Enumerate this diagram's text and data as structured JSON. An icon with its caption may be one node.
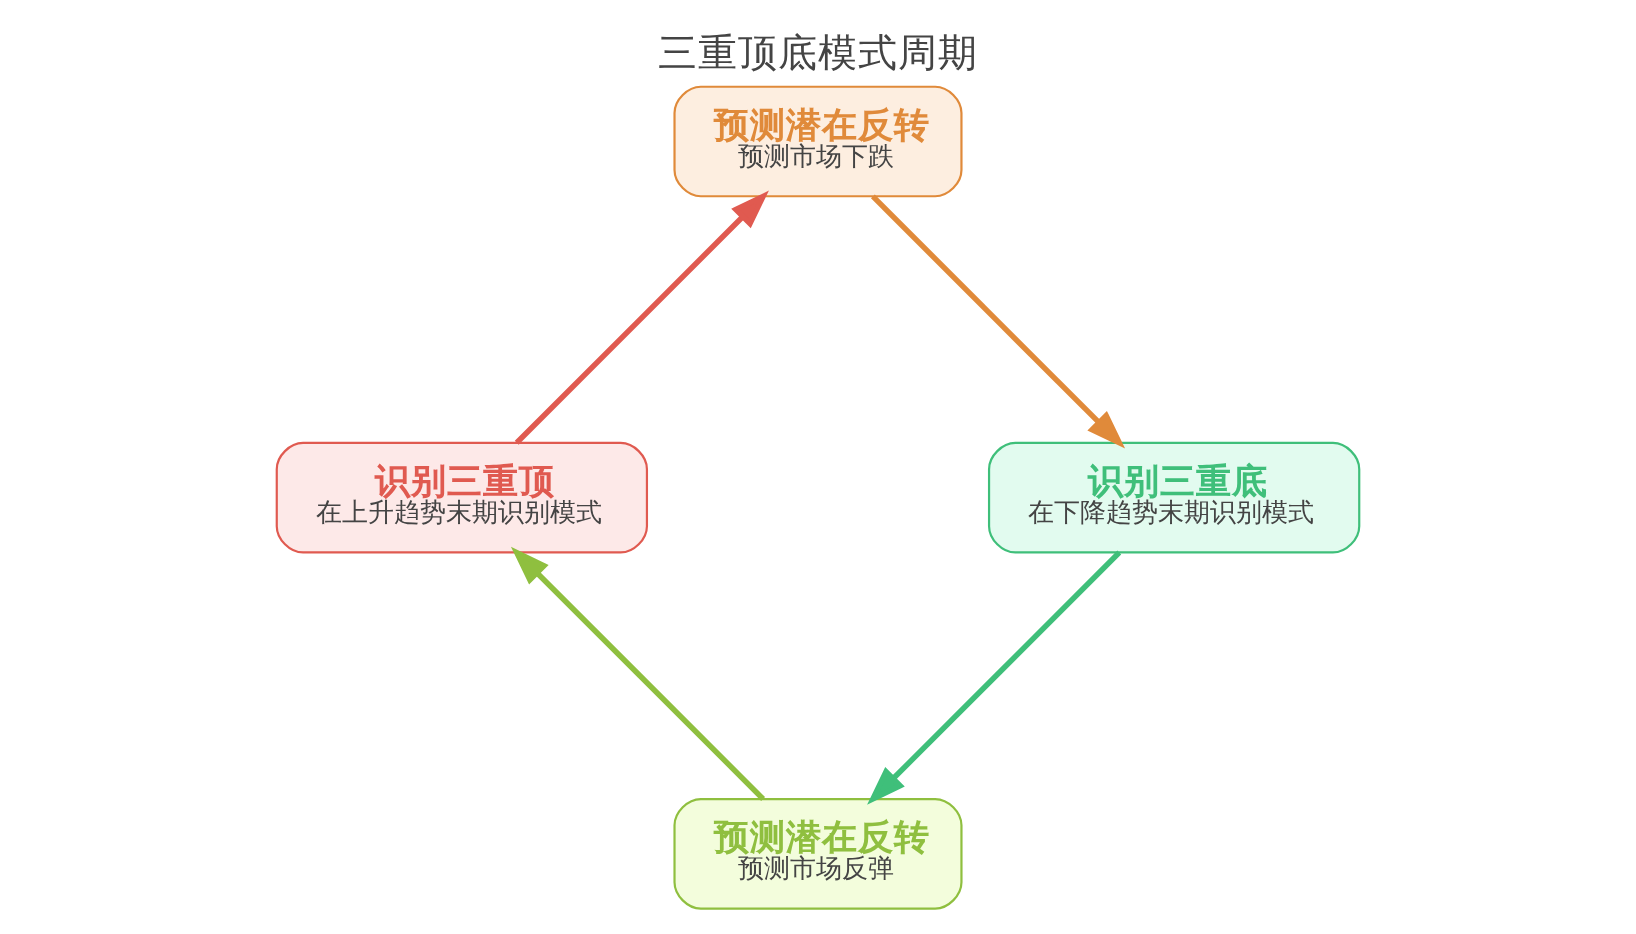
{
  "diagram": {
    "title": "三重顶底模式周期",
    "nodes": [
      {
        "text": [
          "预测潜在反转",
          "预测市场反弹"
        ]
      },
      {
        "text": [
          "识别三重顶",
          "在上升趋势末期识别模式"
        ]
      },
      {
        "text": [
          "识别三重底",
          "在下降趋势末期识别模式"
        ]
      },
      {
        "text": [
          "预测潜在反转",
          "预测市场下跌"
        ]
      }
    ],
    "edges": [
      {
        "from": 1,
        "to": 3,
        "arrow": "to",
        "color": "#e05a50"
      },
      {
        "from": 3,
        "to": 2,
        "arrow": "to",
        "color": "#e08a3a"
      },
      {
        "from": 2,
        "to": 0,
        "arrow": "to",
        "color": "#3fbf7a"
      },
      {
        "from": 0,
        "to": 1,
        "arrow": "to",
        "color": "#8fbf3f"
      }
    ]
  }
}
